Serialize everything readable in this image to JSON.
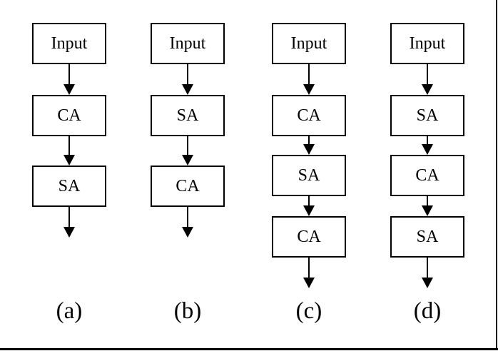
{
  "figure": {
    "background_color": "#ffffff",
    "line_color": "#000000",
    "columns": [
      {
        "label": "(a)",
        "boxes": [
          "Input",
          "CA",
          "SA"
        ]
      },
      {
        "label": "(b)",
        "boxes": [
          "Input",
          "SA",
          "CA"
        ]
      },
      {
        "label": "(c)",
        "boxes": [
          "Input",
          "CA",
          "SA",
          "CA"
        ]
      },
      {
        "label": "(d)",
        "boxes": [
          "Input",
          "SA",
          "CA",
          "SA"
        ]
      }
    ]
  }
}
